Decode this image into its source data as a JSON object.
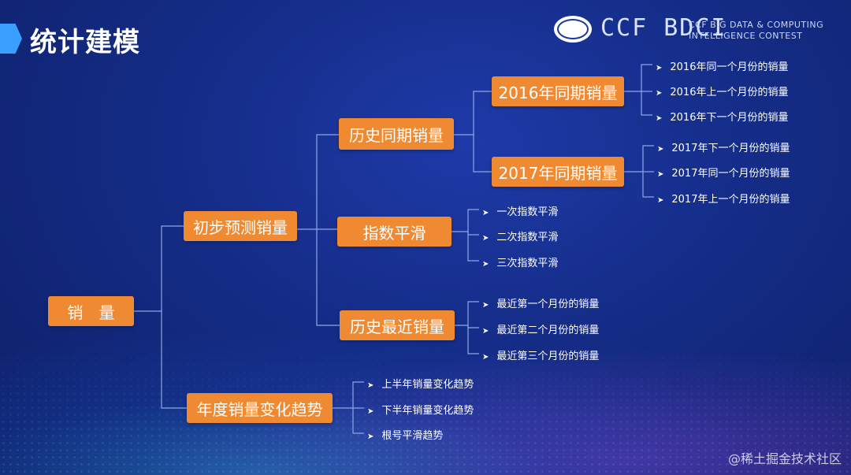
{
  "page": {
    "title": "统计建模",
    "watermark": "@稀土掘金技术社区"
  },
  "logo": {
    "brand": "CCF BDCI",
    "line1": "CCF BIG DATA & COMPUTING",
    "line2": "INTELLIGENCE CONTEST"
  },
  "nodes": {
    "root": "销　量",
    "initial": "初步预测销量",
    "annual": "年度销量变化趋势",
    "history_period": "历史同期销量",
    "exp_smooth": "指数平滑",
    "history_recent": "历史最近销量",
    "y2016": "2016年同期销量",
    "y2017": "2017年同期销量"
  },
  "leaves": {
    "y2016": [
      "2016年同一个月份的销量",
      "2016年上一个月份的销量",
      "2016年下一个月份的销量"
    ],
    "y2017": [
      "2017年下一个月份的销量",
      "2017年同一个月份的销量",
      "2017年上一个月份的销量"
    ],
    "exp_smooth": [
      "一次指数平滑",
      "二次指数平滑",
      "三次指数平滑"
    ],
    "history_recent": [
      "最近第一个月份的销量",
      "最近第二个月份的销量",
      "最近第三个月份的销量"
    ],
    "annual": [
      "上半年销量变化趋势",
      "下半年销量变化趋势",
      "根号平滑趋势"
    ]
  },
  "colors": {
    "node": "#f08a32",
    "connector": "#8fa6e6",
    "accent": "#39a0ff"
  },
  "icons": {
    "leaf_bullet": "➤"
  }
}
